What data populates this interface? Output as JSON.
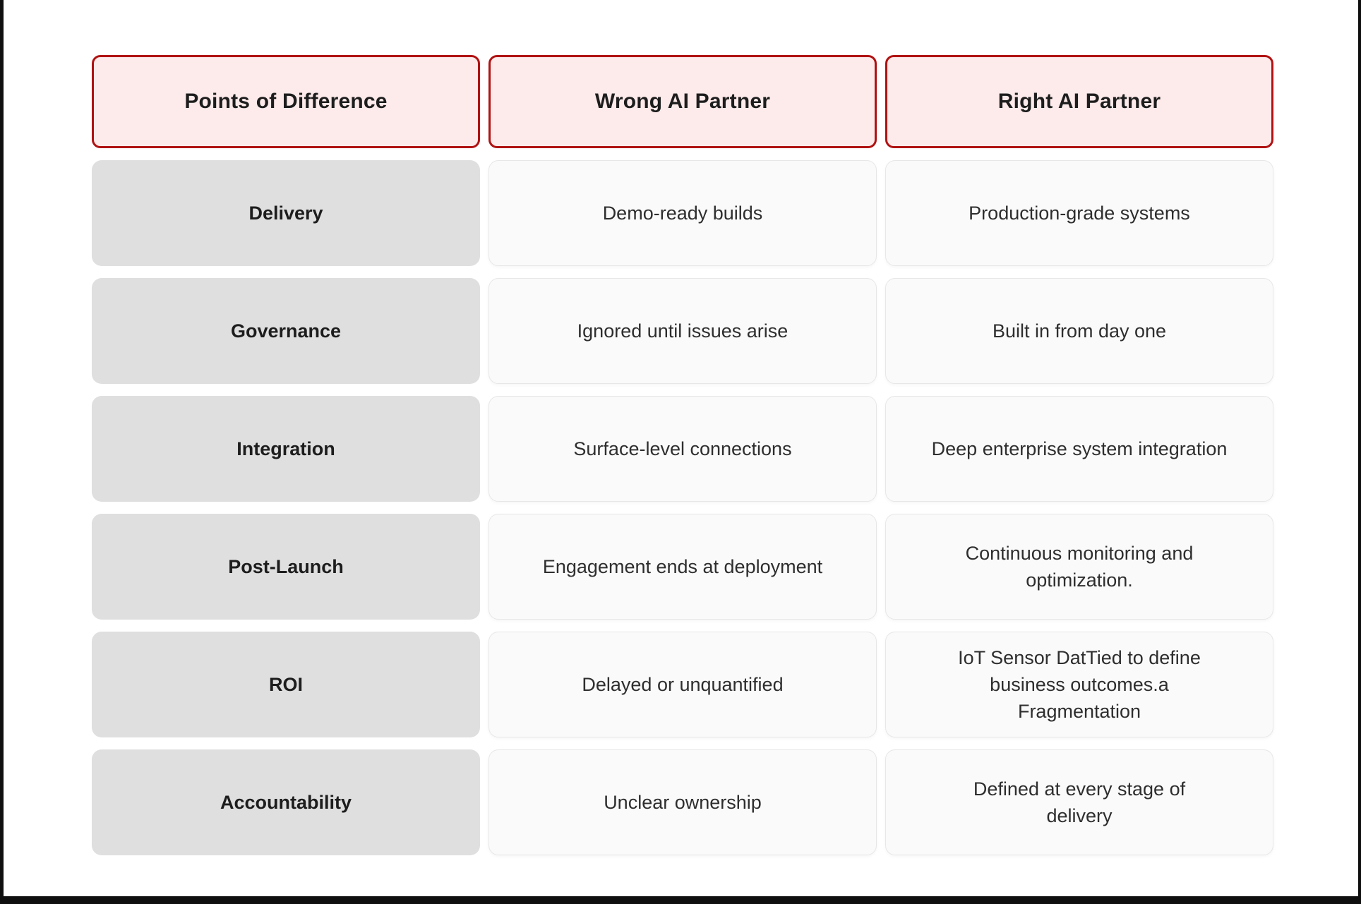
{
  "colors": {
    "frame": "#0f0f0f",
    "page_bg": "#ffffff",
    "header_bg": "#fdeaea",
    "header_border": "#b01212",
    "label_bg": "#dfdfdf",
    "value_bg": "#fafafa",
    "value_border": "#e7e7e7",
    "heading_text": "#1d1d1d",
    "value_text": "#2e2e2e"
  },
  "table": {
    "columns": [
      "Points of Difference",
      "Wrong AI Partner",
      "Right AI Partner"
    ],
    "rows": [
      {
        "label": "Delivery",
        "wrong": "Demo-ready builds",
        "right": "Production-grade systems"
      },
      {
        "label": "Governance",
        "wrong": "Ignored until issues arise",
        "right": "Built in from day one"
      },
      {
        "label": "Integration",
        "wrong": "Surface-level connections",
        "right": "Deep enterprise system integration"
      },
      {
        "label": "Post-Launch",
        "wrong": "Engagement ends at deployment",
        "right": "Continuous monitoring and optimization."
      },
      {
        "label": "ROI",
        "wrong": "Delayed or unquantified",
        "right": "IoT Sensor DatTied to define business outcomes.a Fragmentation"
      },
      {
        "label": "Accountability",
        "wrong": "Unclear ownership",
        "right": "Defined at every stage of delivery"
      }
    ]
  }
}
